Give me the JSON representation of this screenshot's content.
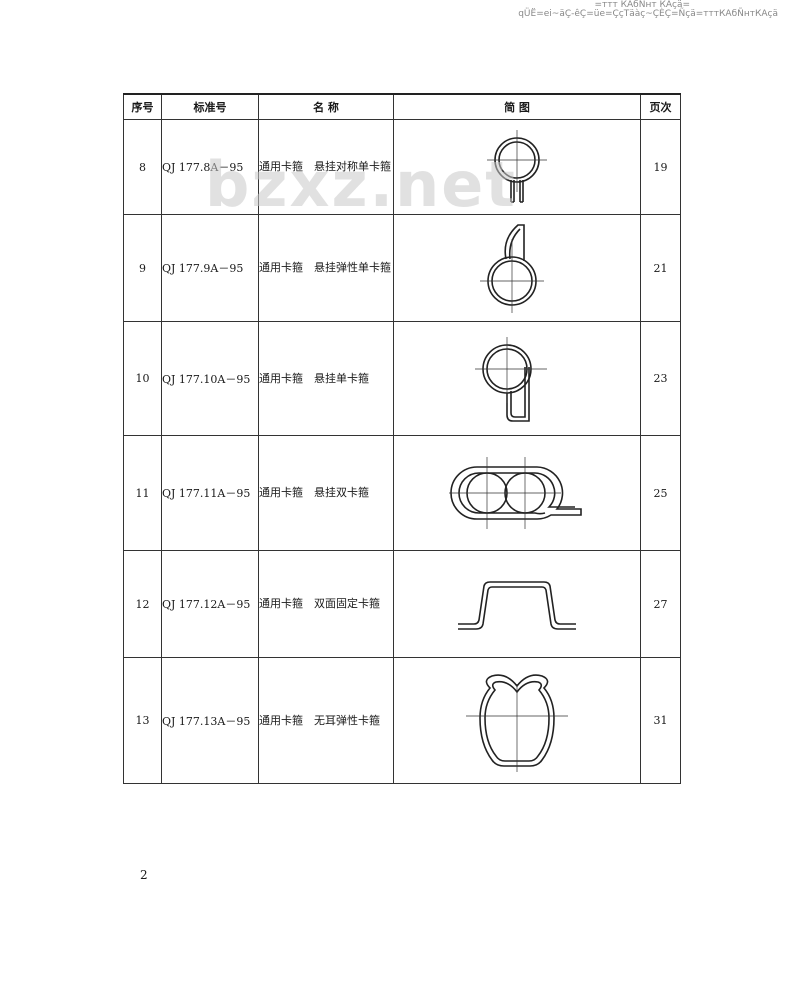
{
  "header_garbled": [
    "=ттт КАбÑнт КАçä=",
    "qÜЁ=eі~äÇ-êÇ=üe=ÇçТäàç~ÇÈÇ=Ñçä=тттКАбÑнтКАçä"
  ],
  "watermark": "bzxz.net",
  "columns": {
    "seq": "序号",
    "std": "标准号",
    "name": "名 称",
    "fig": "简 图",
    "page": "页次"
  },
  "rows": [
    {
      "seq": "8",
      "std": "QJ 177.8A－95",
      "name": "通用卡箍　悬挂对称单卡箍",
      "page": "19",
      "figure_icon": "hanging-symmetric-single-clamp"
    },
    {
      "seq": "9",
      "std": "QJ 177.9A－95",
      "name": "通用卡箍　悬挂弹性单卡箍",
      "page": "21",
      "figure_icon": "hanging-elastic-single-clamp"
    },
    {
      "seq": "10",
      "std": "QJ 177.10A－95",
      "name": "通用卡箍　悬挂单卡箍",
      "page": "23",
      "figure_icon": "hanging-single-clamp"
    },
    {
      "seq": "11",
      "std": "QJ 177.11A－95",
      "name": "通用卡箍　悬挂双卡箍",
      "page": "25",
      "figure_icon": "hanging-double-clamp"
    },
    {
      "seq": "12",
      "std": "QJ 177.12A－95",
      "name": "通用卡箍　双面固定卡箍",
      "page": "27",
      "figure_icon": "double-sided-fixed-clamp"
    },
    {
      "seq": "13",
      "std": "QJ 177.13A－95",
      "name": "通用卡箍　无耳弹性卡箍",
      "page": "31",
      "figure_icon": "earless-elastic-clamp"
    }
  ],
  "page_number": "2"
}
